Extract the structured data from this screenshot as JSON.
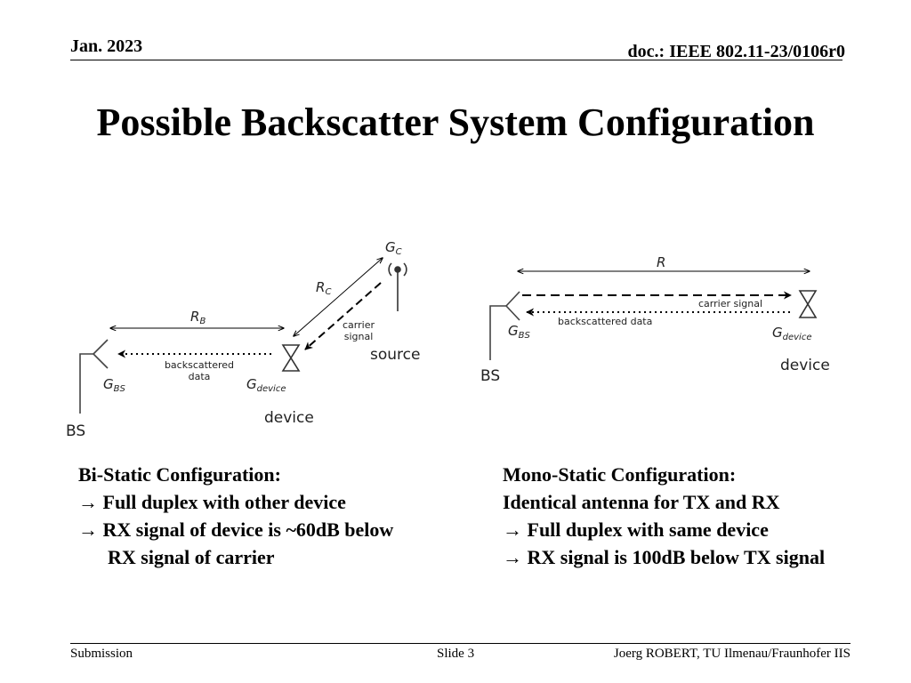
{
  "header": {
    "date": "Jan. 2023",
    "doc": "doc.: IEEE 802.11-23/0106r0"
  },
  "title": "Possible Backscatter System Configuration",
  "diagram": {
    "bistatic": {
      "gc_label": "G",
      "gc_sub": "C",
      "rc_label": "R",
      "rc_sub": "C",
      "rb_label": "R",
      "rb_sub": "B",
      "carrier_line1": "carrier",
      "carrier_line2": "signal",
      "source": "source",
      "backscattered_line1": "backscattered",
      "backscattered_line2": "data",
      "gbs_label": "G",
      "gbs_sub": "BS",
      "gdevice_label": "G",
      "gdevice_sub": "device",
      "device": "device",
      "bs": "BS"
    },
    "monostatic": {
      "r_label": "R",
      "carrier": "carrier signal",
      "backscattered": "backscattered data",
      "gbs_label": "G",
      "gbs_sub": "BS",
      "gdevice_label": "G",
      "gdevice_sub": "device",
      "device": "device",
      "bs": "BS"
    }
  },
  "bistatic_text": {
    "heading": "Bi-Static Configuration:",
    "line1": "Full duplex with other device",
    "line2": "RX signal of device is ~60dB below",
    "line3": "RX signal of carrier"
  },
  "monostatic_text": {
    "heading": "Mono-Static Configuration:",
    "line1": "Identical antenna for TX and RX",
    "line2": "Full duplex with same device",
    "line3": "RX signal is 100dB below TX signal"
  },
  "arrow_glyph": "→",
  "footer": {
    "submission": "Submission",
    "slide": "Slide 3",
    "author": "Joerg ROBERT, TU Ilmenau/Fraunhofer IIS"
  }
}
